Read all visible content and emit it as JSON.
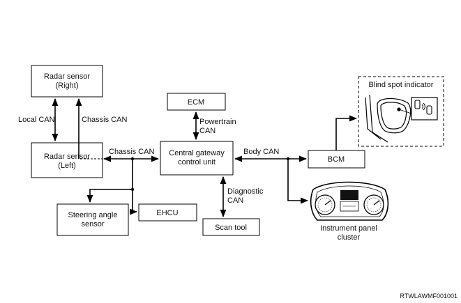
{
  "nodes": {
    "radar_right": [
      "Radar sensor",
      "(Right)"
    ],
    "radar_left": [
      "Radar sensor",
      "(Left)"
    ],
    "ecm": "ECM",
    "gateway": [
      "Central gateway",
      "control unit"
    ],
    "bcm": "BCM",
    "steering": [
      "Steering angle",
      "sensor"
    ],
    "ehcu": "EHCU",
    "scan_tool": "Scan tool",
    "blind_spot": "Blind spot indicator",
    "instrument": [
      "Instrument panel",
      "cluster"
    ]
  },
  "links": {
    "local_can": "Local CAN",
    "chassis_can_vertical": "Chassis CAN",
    "chassis_can": "Chassis CAN",
    "powertrain": [
      "Powertrain",
      "CAN"
    ],
    "body_can": "Body CAN",
    "diagnostic": [
      "Diagnostic",
      "CAN"
    ]
  },
  "figure_code": "RTWLAWMF001001"
}
